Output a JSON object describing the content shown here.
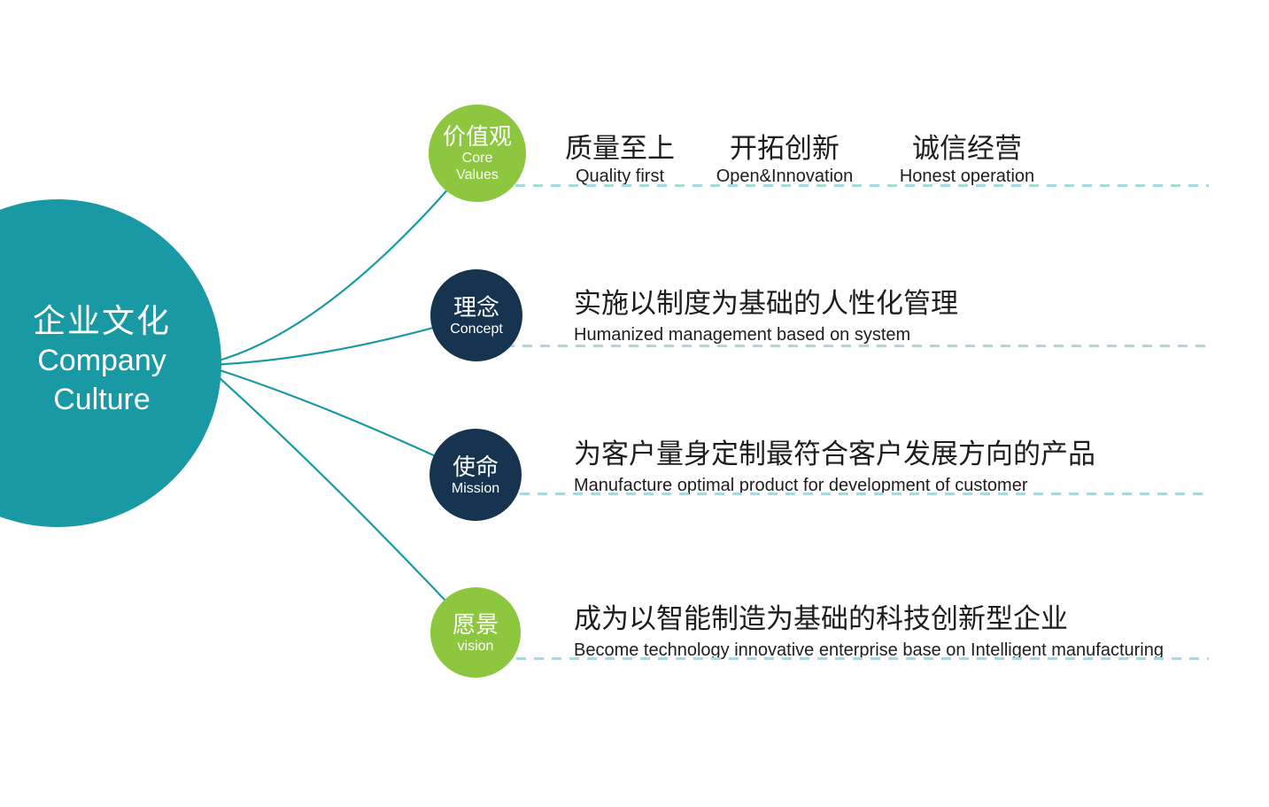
{
  "colors": {
    "teal": "#1899a4",
    "green": "#8dc63f",
    "navy": "#163450",
    "dash_line": "#a8dadd",
    "text_dark": "#1d1d1d"
  },
  "main": {
    "title_zh": "企业文化",
    "title_en_line1": "Company",
    "title_en_line2": "Culture"
  },
  "branches": [
    {
      "id": "core-values",
      "circle": {
        "zh": "价值观",
        "en_line1": "Core",
        "en_line2": "Values"
      },
      "items": [
        {
          "zh": "质量至上",
          "en": "Quality first"
        },
        {
          "zh": "开拓创新",
          "en": "Open&Innovation"
        },
        {
          "zh": "诚信经营",
          "en": "Honest operation"
        }
      ]
    },
    {
      "id": "concept",
      "circle": {
        "zh": "理念",
        "en_line1": "Concept"
      },
      "items": [
        {
          "zh": "实施以制度为基础的人性化管理",
          "en": "Humanized management based on system"
        }
      ]
    },
    {
      "id": "mission",
      "circle": {
        "zh": "使命",
        "en_line1": "Mission"
      },
      "items": [
        {
          "zh": "为客户量身定制最符合客户发展方向的产品",
          "en": "Manufacture optimal product for development of customer"
        }
      ]
    },
    {
      "id": "vision",
      "circle": {
        "zh": "愿景",
        "en_line1": "vision"
      },
      "items": [
        {
          "zh": "成为以智能制造为基础的科技创新型企业",
          "en": "Become technology innovative enterprise base on Intelligent manufacturing"
        }
      ]
    }
  ]
}
